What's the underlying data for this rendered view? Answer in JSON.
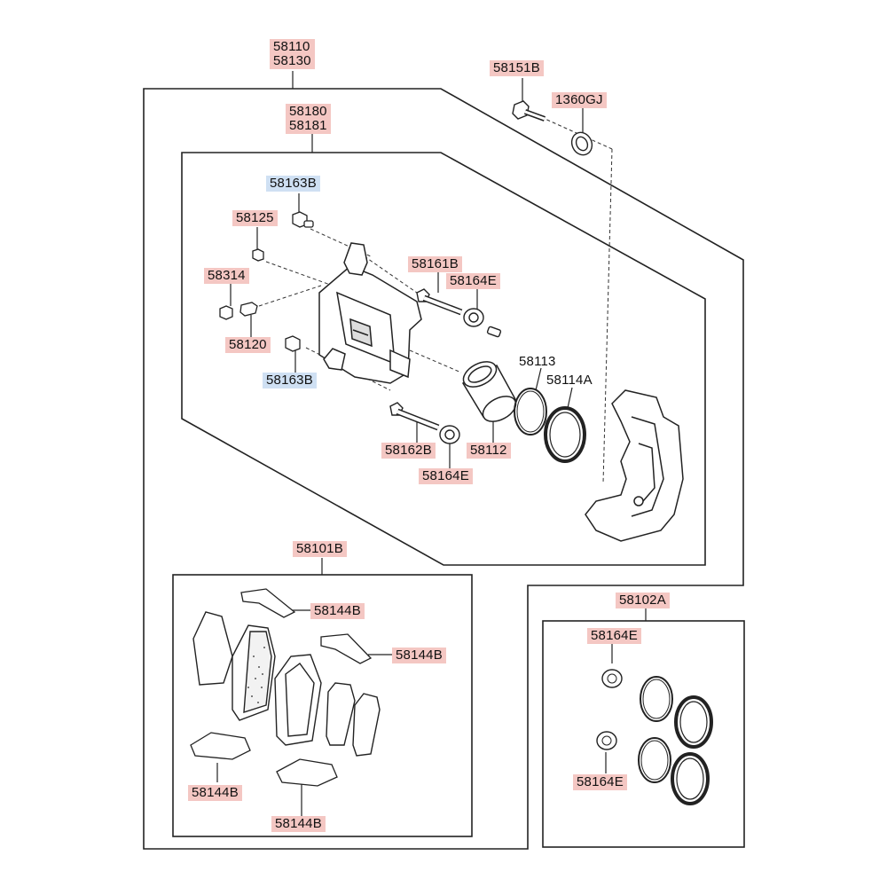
{
  "assembly": {
    "top_label": [
      "58110",
      "58130"
    ],
    "bolt": "58151B",
    "washer": "1360GJ"
  },
  "caliper": {
    "group_label": [
      "58180",
      "58181"
    ],
    "bleeder_cap_top": "58163B",
    "bleeder_screw": "58125",
    "plug": "58314",
    "guide_pin_upper": "58161B",
    "guide_pin_boot_upper": "58164E",
    "bleeder": "58120",
    "bleeder_cap_bottom": "58163B",
    "piston_seal": "58113",
    "piston_boot": "58114A",
    "guide_pin_lower": "58162B",
    "piston": "58112",
    "guide_pin_boot_lower": "58164E"
  },
  "pads": {
    "group_label": "58101B",
    "shim_upper_left": "58144B",
    "shim_upper_right": "58144B",
    "shim_lower_left": "58144B",
    "shim_lower_right": "58144B"
  },
  "seal_kit": {
    "group_label": "58102A",
    "boot_top": "58164E",
    "boot_bottom": "58164E"
  },
  "colors": {
    "standard_part_highlight": "#f4c7c3",
    "alternate_part_highlight": "#cfe0f3",
    "line": "#222222"
  }
}
